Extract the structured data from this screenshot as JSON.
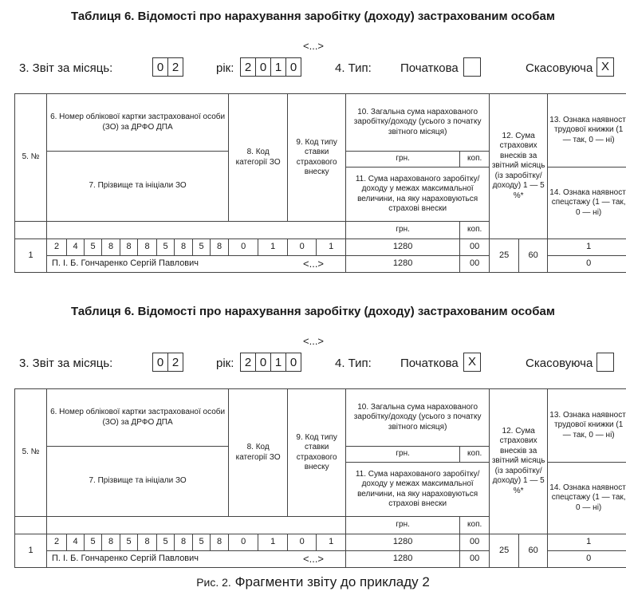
{
  "ellipsis": "<...>",
  "fragments": [
    {
      "title": "Таблиця 6. Відомості про нарахування заробітку (доходу) застрахованим особам",
      "report_month_label": "3. Звіт за місяць:",
      "month_digits": [
        "0",
        "2"
      ],
      "year_label": "рік:",
      "year_digits": [
        "2",
        "0",
        "1",
        "0"
      ],
      "type_label": "4. Тип:",
      "initial_label": "Початкова",
      "initial_mark": "",
      "cancel_label": "Скасовуюча",
      "cancel_mark": "X",
      "table": {
        "h5": "5. №",
        "h6": "6. Номер облікової картки застрахованої особи (ЗО) за ДРФО ДПА",
        "h7": "7. Прізвище та ініціали ЗО",
        "h8": "8. Код категорії ЗО",
        "h9": "9. Код типу ставки страхового внеску",
        "h10": "10. Загальна сума нарахованого заробітку/доходу (усього з початку звітного місяця)",
        "h11": "11. Сума нарахованого заробітку/ доходу у межах максимальної величини, на яку нараховуються страхові внески",
        "h12": "12. Сума страхових внесків за звітний місяць (із заробітку/ доходу) 1 — 5 %*",
        "h13": "13. Ознака наявності трудової книжки (1 — так, 0 — ні)",
        "h14": "14. Ознака наявності спецстажу (1 — так, 0 — ні)",
        "grn": "грн.",
        "kop": "коп.",
        "row_no": "1",
        "id_digits": [
          "2",
          "4",
          "5",
          "8",
          "8",
          "8",
          "5",
          "8",
          "5",
          "8"
        ],
        "category_code": "0",
        "rate_code_1": "1",
        "rate_code_2": "0",
        "rate_code_3": "1",
        "name": "П. І. Б. Гончаренко Сергій Павлович",
        "total_grn": "1280",
        "total_kop": "00",
        "limit_grn": "1280",
        "limit_kop": "00",
        "contrib_grn": "25",
        "contrib_kop": "60",
        "workbook_flag": "1",
        "special_flag": "0"
      }
    },
    {
      "title": "Таблиця 6. Відомості про нарахування заробітку (доходу) застрахованим особам",
      "report_month_label": "3. Звіт за місяць:",
      "month_digits": [
        "0",
        "2"
      ],
      "year_label": "рік:",
      "year_digits": [
        "2",
        "0",
        "1",
        "0"
      ],
      "type_label": "4. Тип:",
      "initial_label": "Початкова",
      "initial_mark": "X",
      "cancel_label": "Скасовуюча",
      "cancel_mark": "",
      "table": {
        "h5": "5. №",
        "h6": "6. Номер облікової картки застрахованої особи (ЗО) за ДРФО ДПА",
        "h7": "7. Прізвище та ініціали ЗО",
        "h8": "8. Код категорії ЗО",
        "h9": "9. Код типу ставки страхового внеску",
        "h10": "10. Загальна сума нарахованого заробітку/доходу (усього з початку звітного місяця)",
        "h11": "11. Сума нарахованого заробітку/ доходу у межах максимальної величини, на яку нараховуються страхові внески",
        "h12": "12. Сума страхових внесків за звітний місяць (із заробітку/ доходу) 1 — 5 %*",
        "h13": "13. Ознака наявності трудової книжки (1 — так, 0 — ні)",
        "h14": "14. Ознака наявності спецстажу (1 — так, 0 — ні)",
        "grn": "грн.",
        "kop": "коп.",
        "row_no": "1",
        "id_digits": [
          "2",
          "4",
          "5",
          "8",
          "5",
          "8",
          "5",
          "8",
          "5",
          "8"
        ],
        "category_code": "0",
        "rate_code_1": "1",
        "rate_code_2": "0",
        "rate_code_3": "1",
        "name": "П. І. Б. Гончаренко Сергій Павлович",
        "total_grn": "1280",
        "total_kop": "00",
        "limit_grn": "1280",
        "limit_kop": "00",
        "contrib_grn": "25",
        "contrib_kop": "60",
        "workbook_flag": "1",
        "special_flag": "0"
      }
    }
  ],
  "caption_prefix": "Рис. 2.",
  "caption_text": "Фрагменти звіту до прикладу 2"
}
